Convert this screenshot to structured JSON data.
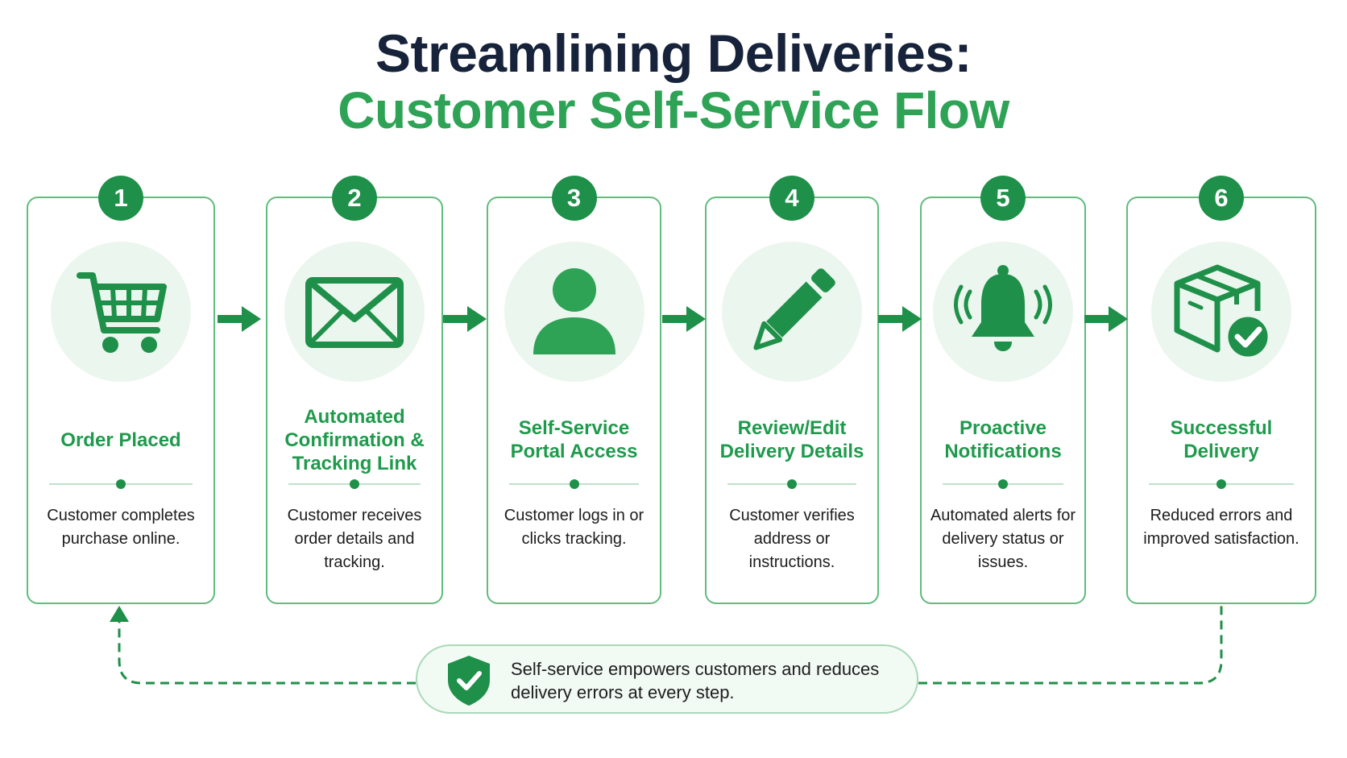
{
  "title": {
    "line1": "Streamlining Deliveries:",
    "line2": "Customer Self-Service Flow"
  },
  "steps": [
    {
      "number": "1",
      "title": "Order Placed",
      "description": "Customer completes purchase online.",
      "icon": "shopping-cart-icon"
    },
    {
      "number": "2",
      "title": "Automated Confirmation & Tracking Link",
      "description": "Customer receives order details and tracking.",
      "icon": "envelope-icon"
    },
    {
      "number": "3",
      "title": "Self-Service Portal Access",
      "description": "Customer logs in or clicks tracking.",
      "icon": "user-icon"
    },
    {
      "number": "4",
      "title": "Review/Edit Delivery Details",
      "description": "Customer verifies address or instructions.",
      "icon": "pencil-icon"
    },
    {
      "number": "5",
      "title": "Proactive Notifications",
      "description": "Automated alerts for delivery status or issues.",
      "icon": "bell-icon"
    },
    {
      "number": "6",
      "title": "Successful Delivery",
      "description": "Reduced errors and improved satisfaction.",
      "icon": "package-check-icon"
    }
  ],
  "callout": {
    "text": "Self-service empowers customers and reduces delivery errors at every step.",
    "icon": "shield-check-icon"
  },
  "colors": {
    "brand_green": "#1f9049",
    "title_green": "#2ea356",
    "title_dark": "#17233b",
    "icon_background": "#ebf6ee"
  }
}
